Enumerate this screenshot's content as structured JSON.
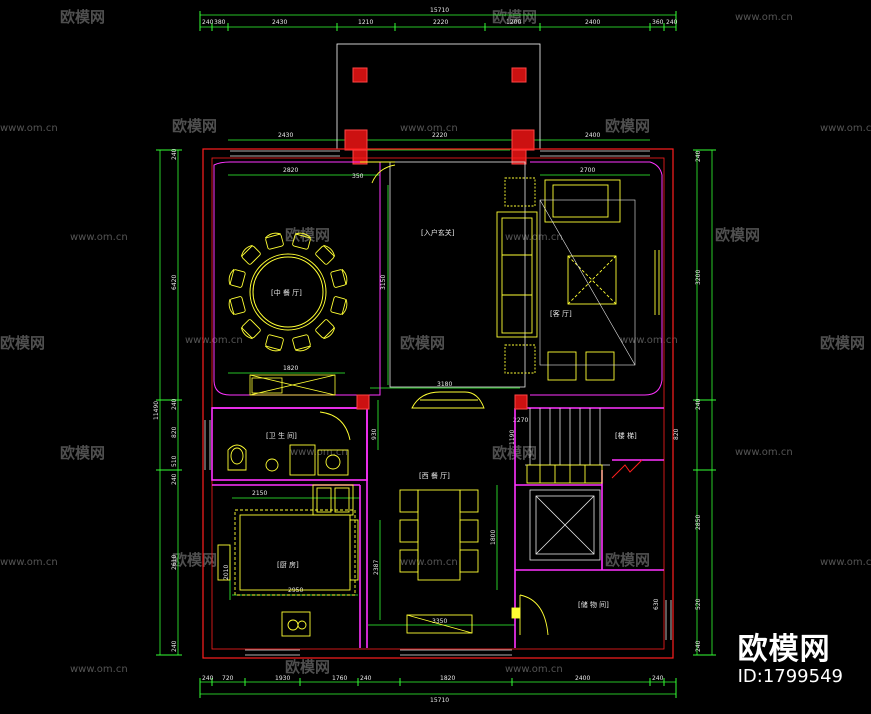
{
  "rooms": {
    "chinese_dining": "[中 餐 厅]",
    "entrance_hall": "[入户玄关]",
    "living_room": "[客 厅]",
    "bathroom": "[卫 生 间]",
    "western_dining": "[西 餐 厅]",
    "kitchen": "[厨 房]",
    "stairs": "[楼 梯]",
    "storage": "[储 物 间]"
  },
  "dimensions": {
    "top_total": "15710",
    "top_row": [
      "240",
      "380",
      "2430",
      "1210",
      "2220",
      "1200",
      "2400",
      "360",
      "240"
    ],
    "upper_row": [
      "2430",
      "2220",
      "2400"
    ],
    "dining_width": "2820",
    "small_350": "350",
    "living_width": "2700",
    "entrance_height": "3150",
    "dining_table_1820": "1820",
    "hall_width": "3180",
    "kitchen_width": "2150",
    "kitchen_inner": "2950",
    "kitchen_height": "2010",
    "wdining_height": "2387",
    "wdining_table": "1800",
    "hall_bottom": "3350",
    "stairs_small": "2270",
    "bottom_total": "15710",
    "bottom_row": [
      "240",
      "720",
      "1930",
      "1760",
      "240",
      "1820",
      "2400",
      "240"
    ],
    "left_total": "11490",
    "left_row": [
      "240",
      "6420",
      "240",
      "820",
      "510",
      "240",
      "2610",
      "240"
    ],
    "right_row": [
      "240",
      "3200",
      "240",
      "820",
      "2850",
      "520",
      "240"
    ],
    "v_930": "930",
    "v_1190": "1190",
    "v_630": "630"
  },
  "watermark": {
    "brand": "欧模网",
    "url": "www.om.cn"
  },
  "badge": {
    "title": "欧模网",
    "id": "ID:1799549"
  },
  "colors": {
    "wall": "#ff1e1e",
    "furniture": "#ffff33",
    "partition": "#ff33ff",
    "dimension": "#33ff33",
    "outline": "#ffffff"
  }
}
